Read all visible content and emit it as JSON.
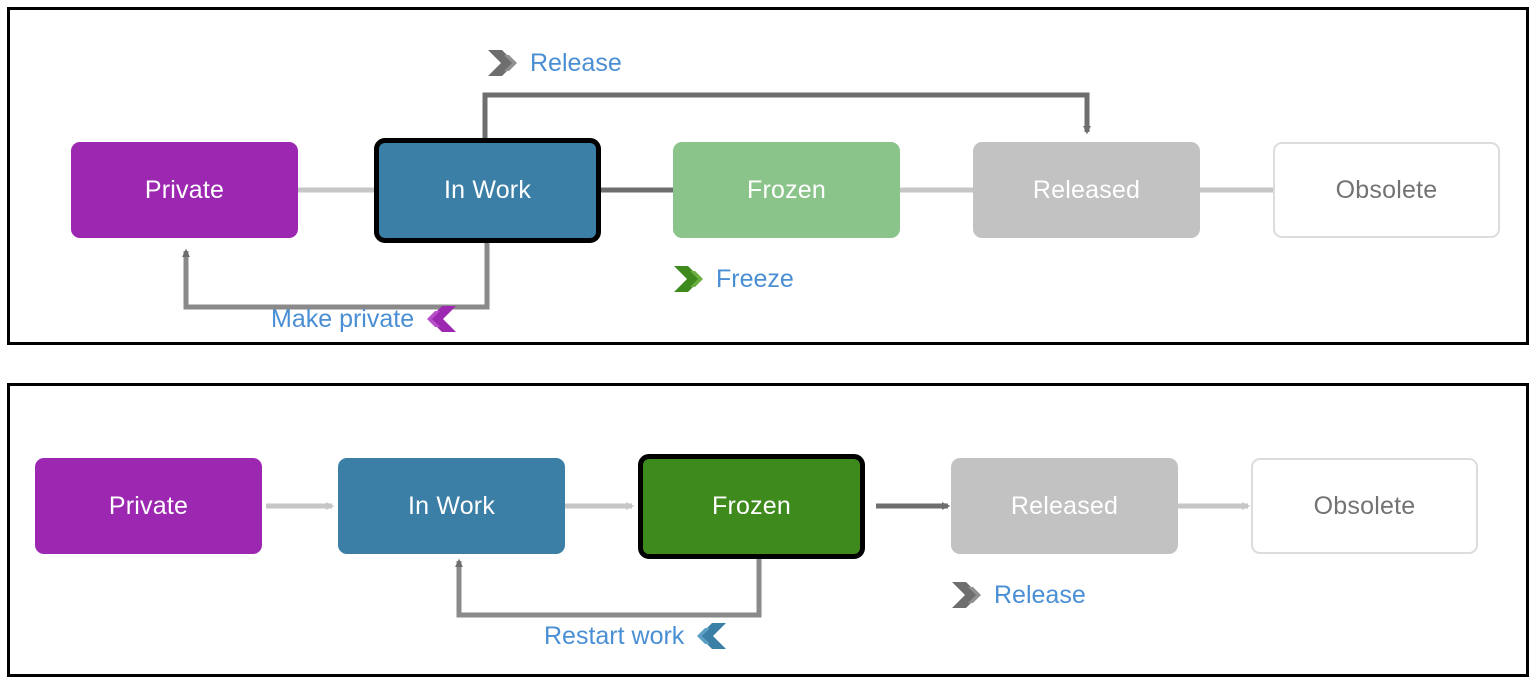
{
  "diagram": {
    "type": "state-workflow",
    "title": "",
    "panels": [
      {
        "id": "panel-top",
        "name": "in-work-state-workflow",
        "active_state": "In Work",
        "states": [
          {
            "label": "Private",
            "style": "purple",
            "highlighted": false
          },
          {
            "label": "In Work",
            "style": "blue",
            "highlighted": true
          },
          {
            "label": "Frozen",
            "style": "light-green",
            "highlighted": false
          },
          {
            "label": "Released",
            "style": "gray",
            "highlighted": false
          },
          {
            "label": "Obsolete",
            "style": "white",
            "highlighted": false
          }
        ],
        "transitions": [
          {
            "label": "Release",
            "from": "In Work",
            "to": "Released",
            "chevron": "double-chevron-right",
            "chevron_color": "#6E6E6E",
            "direction": "forward"
          },
          {
            "label": "Freeze",
            "from": "In Work",
            "to": "Frozen",
            "chevron": "double-chevron-right",
            "chevron_color": "#3E8A1D",
            "direction": "forward"
          },
          {
            "label": "Make private",
            "from": "In Work",
            "to": "Private",
            "chevron": "double-chevron-left",
            "chevron_color": "#9C27B0",
            "direction": "backward"
          }
        ]
      },
      {
        "id": "panel-bottom",
        "name": "frozen-state-workflow",
        "active_state": "Frozen",
        "states": [
          {
            "label": "Private",
            "style": "purple",
            "highlighted": false
          },
          {
            "label": "In Work",
            "style": "blue",
            "highlighted": false
          },
          {
            "label": "Frozen",
            "style": "dark-green",
            "highlighted": true
          },
          {
            "label": "Released",
            "style": "gray",
            "highlighted": false
          },
          {
            "label": "Obsolete",
            "style": "white",
            "highlighted": false
          }
        ],
        "transitions": [
          {
            "label": "Restart work",
            "from": "Frozen",
            "to": "In Work",
            "chevron": "double-chevron-left",
            "chevron_color": "#3B7EA6",
            "direction": "backward"
          },
          {
            "label": "Release",
            "from": "Frozen",
            "to": "Released",
            "chevron": "double-chevron-right",
            "chevron_color": "#6E6E6E",
            "direction": "forward"
          }
        ]
      }
    ],
    "colors": {
      "purple": "#9C27B0",
      "blue": "#3B7EA6",
      "light_green": "#8BC48A",
      "dark_green": "#3E8A1D",
      "gray": "#C2C2C2",
      "white_box_border": "#DCDCDC",
      "white_box_text": "#737373",
      "label_text": "#4A8FD4",
      "connector_light": "#C6C6C6",
      "connector_dark": "#6E6E6E",
      "panel_border": "#000000"
    }
  }
}
